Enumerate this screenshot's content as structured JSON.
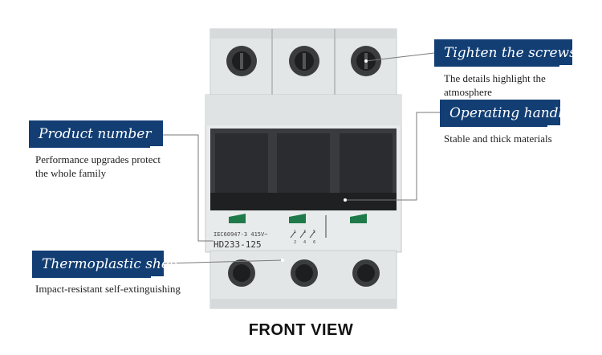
{
  "callouts": {
    "tighten": {
      "title": "Tighten the screws",
      "desc": [
        "The details highlight the",
        "atmosphere"
      ]
    },
    "handle": {
      "title": "Operating handle",
      "desc": [
        "Stable and thick materials"
      ]
    },
    "product": {
      "title": "Product number",
      "desc": [
        "Performance upgrades protect",
        "the whole family"
      ]
    },
    "shell": {
      "title": "Thermoplastic shell",
      "desc": [
        "Impact-resistant self-extinguishing"
      ]
    }
  },
  "device": {
    "standard_text": "IEC60947-3 415V~",
    "model_text": "HD233-125",
    "terminal_marks": [
      "1",
      "3",
      "5",
      "2",
      "4",
      "6"
    ]
  },
  "caption": "FRONT VIEW",
  "colors": {
    "label_bg": "#123e74",
    "body": "#e4e7e7",
    "handle": "#2a2b2d"
  },
  "icons": [
    "screw-icon",
    "switch-contact-symbol",
    "green-status-indicator"
  ]
}
